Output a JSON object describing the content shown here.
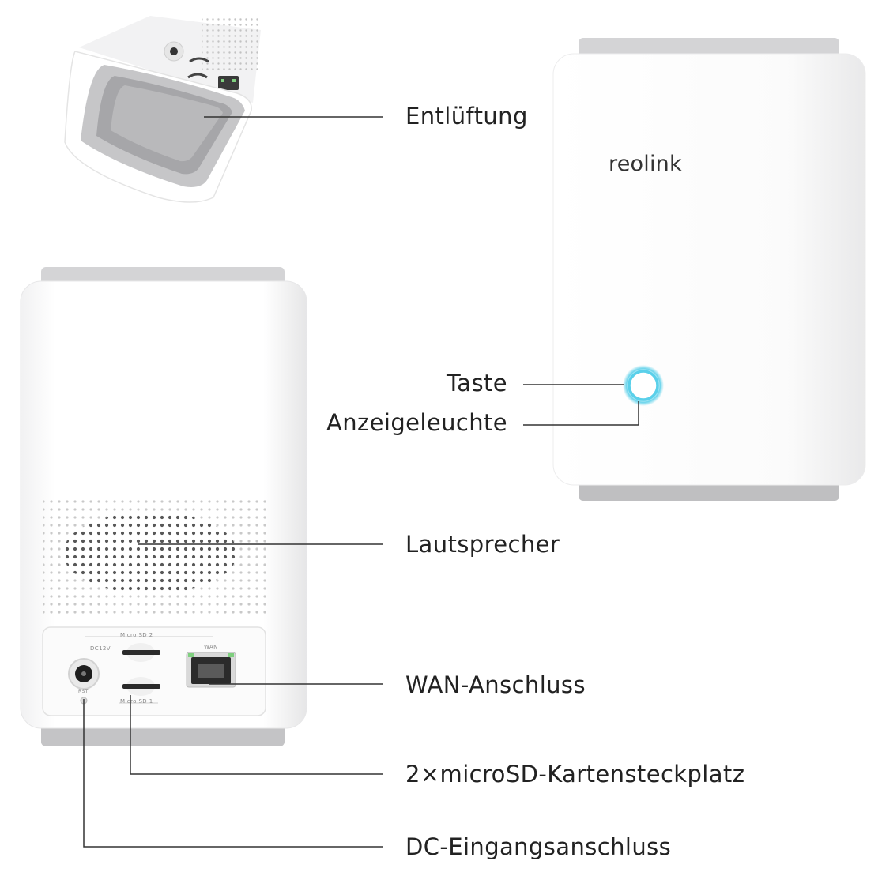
{
  "brand": {
    "logo_text": "reolink"
  },
  "port_labels": {
    "micro_sd_2": "Micro SD 2",
    "micro_sd_1": "Micro SD 1",
    "dc": "DC12V",
    "wan": "WAN",
    "reset": "RST"
  },
  "callouts": {
    "vent": "Entlüftung",
    "button": "Taste",
    "indicator": "Anzeigeleuchte",
    "speaker": "Lautsprecher",
    "wan_port": "WAN-Anschluss",
    "sd_slots": "2×microSD-Kartensteckplatz",
    "dc_input": "DC-Eingangsanschluss"
  },
  "colors": {
    "device_body": "#ffffff",
    "device_gray": "#d4d4d6",
    "indicator_ring": "#5ad0ea",
    "text": "#222222",
    "line": "#333333"
  }
}
